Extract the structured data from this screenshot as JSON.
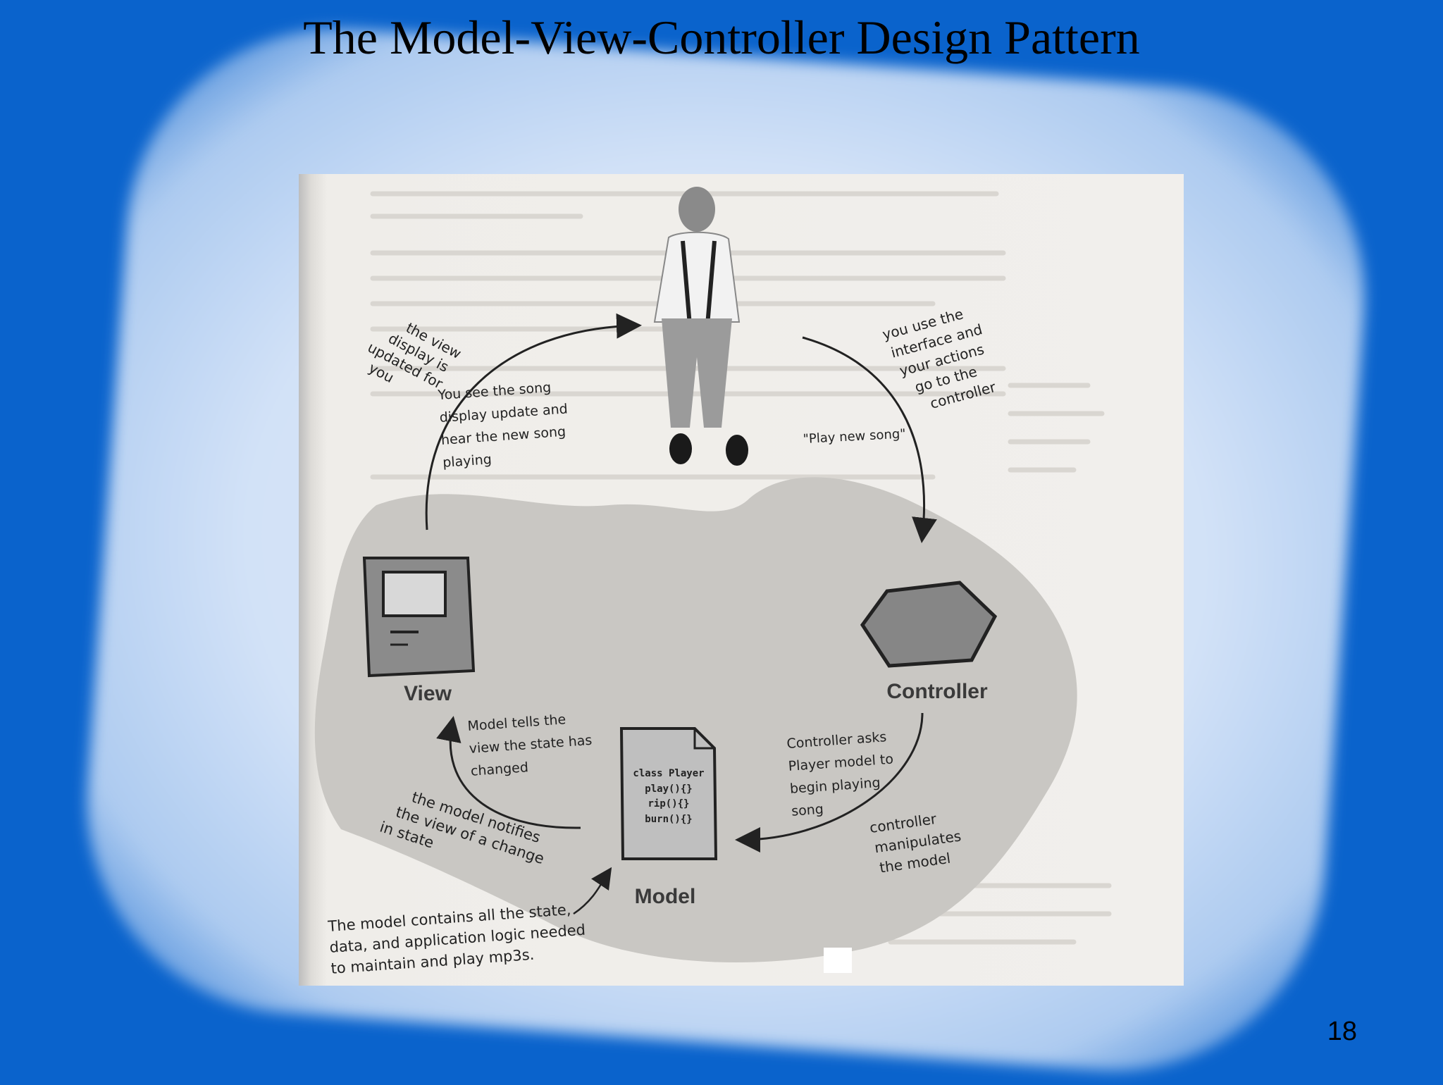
{
  "slide": {
    "title": "The Model-View-Controller Design Pattern",
    "page_number": "18"
  },
  "diagram": {
    "nodes": {
      "view": "View",
      "controller": "Controller",
      "model": "Model"
    },
    "model_code": [
      "class Player",
      "play(){}",
      "rip(){}",
      "burn(){}"
    ],
    "notes": {
      "view_updated": [
        "the view",
        "display is",
        "updated for",
        "you"
      ],
      "you_see": [
        "You see the song",
        "display update and",
        "hear the new song",
        "playing"
      ],
      "you_use": [
        "you use the",
        "interface and",
        "your actions",
        "go to the",
        "controller"
      ],
      "play_new_song": "\"Play new song\"",
      "model_tells": [
        "Model tells the",
        "view the state has",
        "changed"
      ],
      "model_notifies": [
        "the model notifies",
        "the view of a change",
        "in state"
      ],
      "controller_asks": [
        "Controller asks",
        "Player model to",
        "begin playing",
        "song"
      ],
      "controller_manipulates": [
        "controller",
        "manipulates",
        "the model"
      ],
      "model_contains": [
        "The model contains all the state,",
        "data, and application logic needed",
        "to maintain and play mp3s."
      ]
    }
  }
}
